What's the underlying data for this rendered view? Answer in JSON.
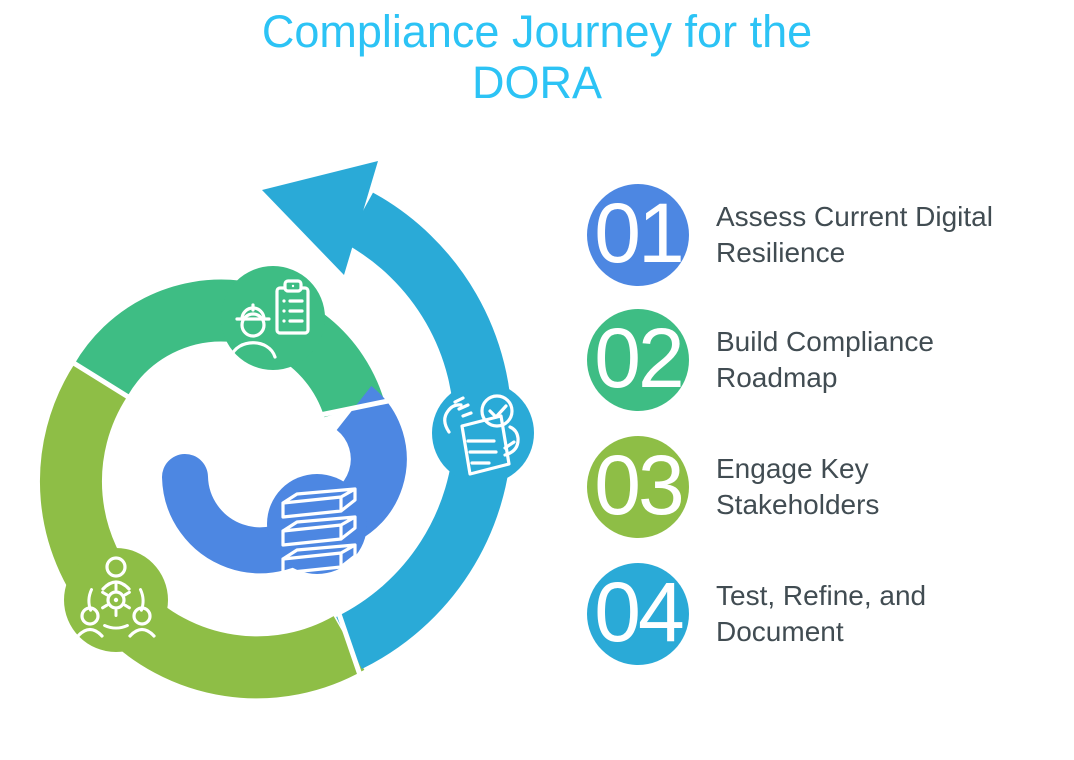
{
  "title": {
    "line1": "Compliance Journey for the",
    "line2": "DORA"
  },
  "steps": [
    {
      "number": "01",
      "label": "Assess Current Digital Resilience",
      "lines": [
        "Assess Current Digital",
        "Resilience"
      ],
      "color": "#4d87e2",
      "icon": "layers-icon"
    },
    {
      "number": "02",
      "label": "Build Compliance Roadmap",
      "lines": [
        "Build Compliance",
        "Roadmap"
      ],
      "color": "#3ebd84",
      "icon": "worker-checklist-icon"
    },
    {
      "number": "03",
      "label": "Engage Key Stakeholders",
      "lines": [
        "Engage Key",
        "Stakeholders"
      ],
      "color": "#8ebe46",
      "icon": "team-gear-icon"
    },
    {
      "number": "04",
      "label": "Test, Refine, and Document",
      "lines": [
        "Test, Refine, and",
        "Document"
      ],
      "color": "#2aaad7",
      "icon": "document-check-icon"
    }
  ],
  "diagram": {
    "type": "circular-spiral-arrow",
    "direction": "counterclockwise",
    "nodes": [
      {
        "icon": "layers-icon",
        "color": "#4d87e2"
      },
      {
        "icon": "worker-checklist-icon",
        "color": "#3ebd84"
      },
      {
        "icon": "team-gear-icon",
        "color": "#8ebe46"
      },
      {
        "icon": "document-check-icon",
        "color": "#2aaad7"
      }
    ]
  },
  "colors": {
    "title": "#2cc3f5",
    "step_text": "#414c52",
    "blue": "#4d87e2",
    "green": "#3ebd84",
    "olive": "#8ebe46",
    "cyan": "#2aaad7",
    "background": "#ffffff"
  }
}
